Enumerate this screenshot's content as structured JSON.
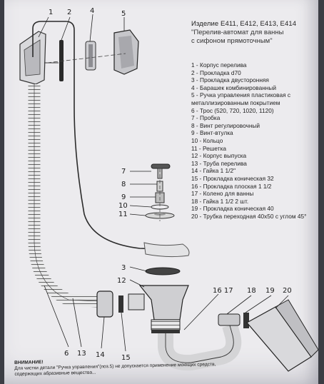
{
  "title": {
    "line1": "Изделие E411, E412, E413, E414",
    "line2": "\"Перелив-автомат для ванны",
    "line3": "с сифоном прямоточным\""
  },
  "legend": [
    "1 - Корпус перелива",
    "2 - Прокладка d70",
    "3 - Прокладка двусторонняя",
    "4 - Барашек комбинированный",
    "5 - Ручка управления пластиковая с металлизированным покрытием",
    "6 - Трос (520, 720, 1020, 1120)",
    "7 - Пробка",
    "8 - Винт регулировочный",
    "9 - Винт-втулка",
    "10 - Кольцо",
    "11 - Решетка",
    "12 - Корпус выпуска",
    "13 - Труба перелива",
    "14 - Гайка 1 1/2\"",
    "15 - Прокладка коническая 32",
    "16 - Прокладка плоская 1 1/2",
    "17 - Колено для ванны",
    "18 - Гайка 1 1/2  2 шт.",
    "19 - Прокладка коническая 40",
    "20 - Трубка переходная 40х50 с углом 45°"
  ],
  "callouts": {
    "n1": "1",
    "n2": "2",
    "n4": "4",
    "n5": "5",
    "n7": "7",
    "n8": "8",
    "n9": "9",
    "n10": "10",
    "n11": "11",
    "n3": "3",
    "n12": "12",
    "n16": "16 17",
    "n18": "18",
    "n19": "19",
    "n20": "20",
    "n6": "6",
    "n13": "13",
    "n14": "14",
    "n15": "15"
  },
  "note": {
    "head": "ВНИМАНИЕ!",
    "line1": "Для чистки детали \"Ручка управления\"(поз.5) не допускается применение моющих средств,",
    "line2": "содержащих абразивные вещества..."
  }
}
